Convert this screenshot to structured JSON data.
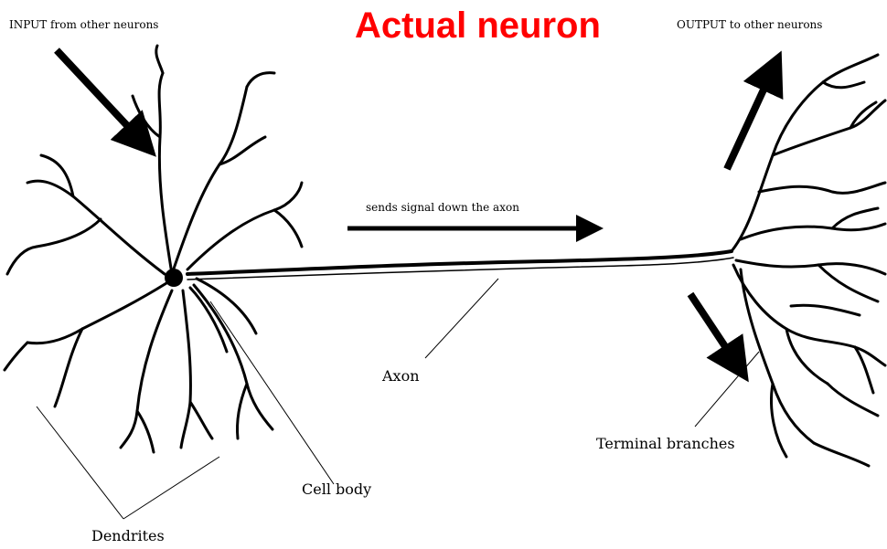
{
  "title": "Actual neuron",
  "colors": {
    "title": "#ff0000",
    "ink": "#000000",
    "background": "#ffffff"
  },
  "labels": {
    "input": "INPUT from other neurons",
    "output": "OUTPUT to other neurons",
    "signal": "sends signal down the axon",
    "axon": "Axon",
    "cell_body": "Cell body",
    "dendrites": "Dendrites",
    "terminal_branches": "Terminal branches"
  }
}
